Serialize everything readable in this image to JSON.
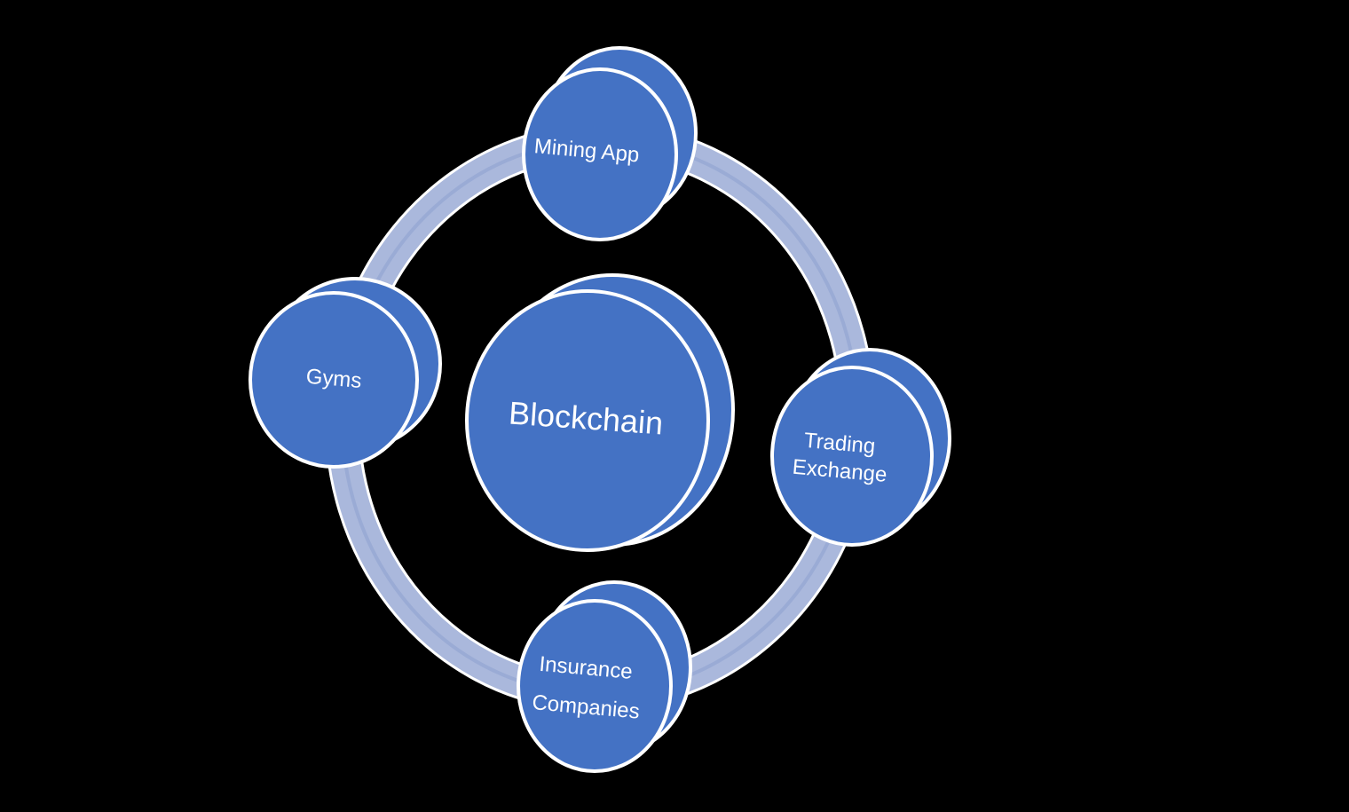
{
  "diagram": {
    "center": {
      "label": "Blockchain"
    },
    "nodes": [
      {
        "id": "mining-app",
        "label": "Mining App"
      },
      {
        "id": "trading-exchange",
        "label_lines": [
          "Trading",
          "Exchange"
        ]
      },
      {
        "id": "insurance-companies",
        "label_lines": [
          "Insurance",
          "Companies"
        ]
      },
      {
        "id": "gyms",
        "label": "Gyms"
      }
    ]
  },
  "colors": {
    "background": "#000000",
    "node_fill": "#4472C4",
    "node_outline": "#FFFFFF",
    "ring": "#AAB8DC",
    "label_text": "#FFFFFF"
  }
}
